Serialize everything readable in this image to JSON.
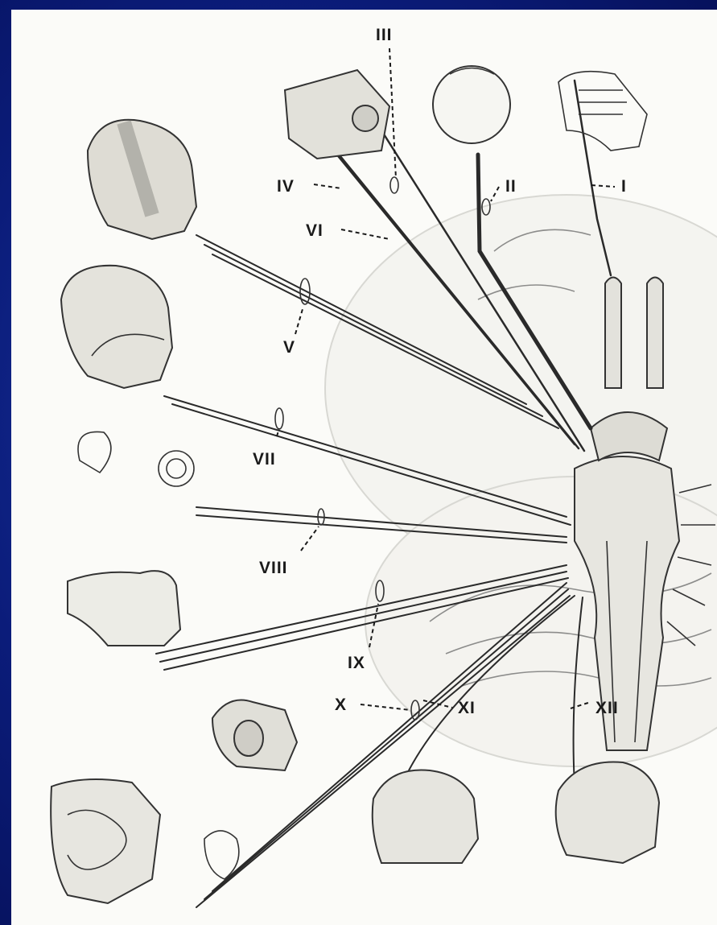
{
  "diagram": {
    "nerves": [
      {
        "label": "I"
      },
      {
        "label": "II"
      },
      {
        "label": "III"
      },
      {
        "label": "IV"
      },
      {
        "label": "V"
      },
      {
        "label": "VI"
      },
      {
        "label": "VII"
      },
      {
        "label": "VIII"
      },
      {
        "label": "IX"
      },
      {
        "label": "X"
      },
      {
        "label": "XI"
      },
      {
        "label": "XII"
      }
    ]
  },
  "colors": {
    "frame": "#0b1c7a",
    "plate": "#fbfbf8",
    "ink": "#2a2a2a"
  }
}
